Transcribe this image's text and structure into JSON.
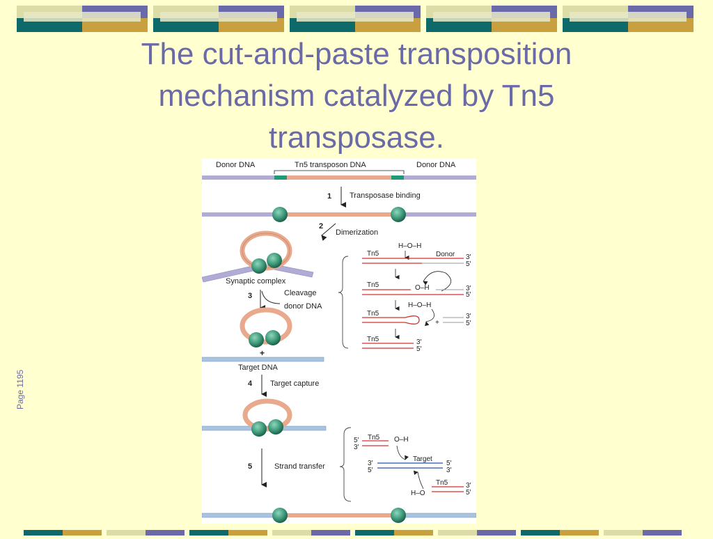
{
  "slide": {
    "title_lines": [
      "The cut-and-paste transposition",
      "mechanism catalyzed by Tn5",
      "transposase."
    ],
    "page_label": "Page 1195"
  },
  "figure": {
    "top_labels": {
      "donor_left": "Donor DNA",
      "transposon": "Tn5 transposon DNA",
      "donor_right": "Donor DNA"
    },
    "steps": [
      {
        "number": "1",
        "label": "Transposase binding"
      },
      {
        "number": "2",
        "label": "Dimerization"
      },
      {
        "number": "3",
        "label": "Cleavage",
        "label2": "donor DNA"
      },
      {
        "number": "4",
        "label": "Target capture"
      },
      {
        "number": "5",
        "label": "Strand transfer"
      }
    ],
    "synaptic_complex": "Synaptic complex",
    "plus": "+",
    "target_dna": "Target DNA",
    "chem": {
      "tn5": "Tn5",
      "donor": "Donor",
      "target": "Target",
      "water": "H–O–H",
      "hydroxyl": "O–H",
      "hydroxyl_left": "H–O",
      "three_prime": "3′",
      "five_prime": "5′",
      "plus": "+"
    }
  },
  "colors": {
    "background": "#ffffd0",
    "title": "#6a6aa8",
    "donor_dna": "#b0acd6",
    "transposon_dna": "#e8a98c",
    "transposase": "#3e9a7a",
    "target_dna": "#a8c4e0",
    "strand_red": "#d2322d",
    "strand_blue": "#2255a8"
  }
}
